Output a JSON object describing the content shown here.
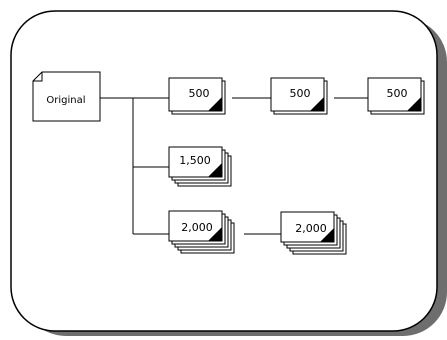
{
  "diagram": {
    "nodes": [
      {
        "id": "original",
        "label": "Original",
        "type": "document"
      },
      {
        "id": "n500a",
        "label": "500",
        "type": "stack",
        "layers": 2
      },
      {
        "id": "n500b",
        "label": "500",
        "type": "stack",
        "layers": 2
      },
      {
        "id": "n500c",
        "label": "500",
        "type": "stack",
        "layers": 2
      },
      {
        "id": "n1500",
        "label": "1,500",
        "type": "stack",
        "layers": 4
      },
      {
        "id": "n2000a",
        "label": "2,000",
        "type": "stack",
        "layers": 5
      },
      {
        "id": "n2000b",
        "label": "2,000",
        "type": "stack",
        "layers": 5
      }
    ],
    "edges": [
      {
        "from": "original",
        "to": "n500a"
      },
      {
        "from": "n500a",
        "to": "n500b"
      },
      {
        "from": "n500b",
        "to": "n500c"
      },
      {
        "from": "original",
        "to": "n1500"
      },
      {
        "from": "original",
        "to": "n2000a"
      },
      {
        "from": "n2000a",
        "to": "n2000b"
      }
    ],
    "colors": {
      "frame_border": "#000000",
      "frame_shadow": "#6e6e6e",
      "node_fill": "#ffffff",
      "node_stroke": "#000000",
      "fold_fill": "#000000",
      "line": "#000000"
    }
  }
}
